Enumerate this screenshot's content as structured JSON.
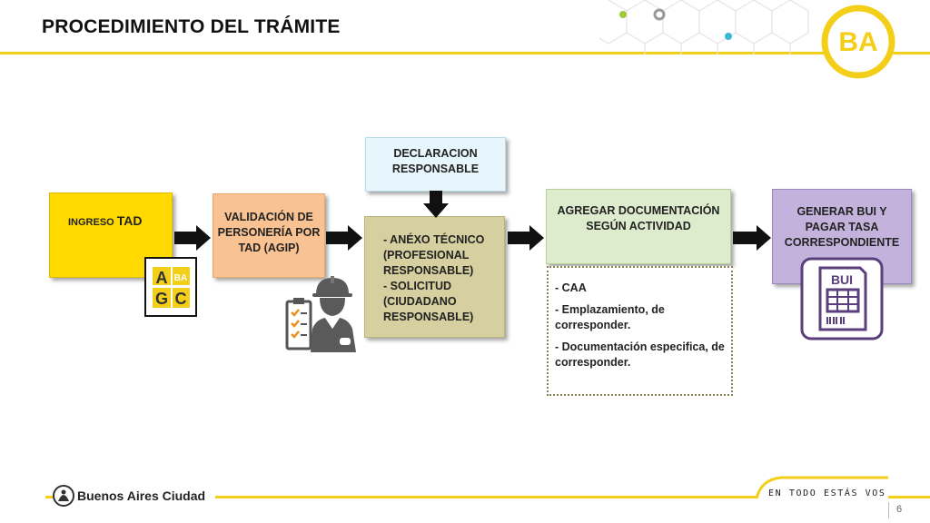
{
  "header": {
    "title": "PROCEDIMIENTO DEL TRÁMITE"
  },
  "logo": {
    "text": "BA",
    "color": "#f4cf1a"
  },
  "steps": {
    "ingreso": {
      "prefix": "INGRESO",
      "strong": "TAD"
    },
    "validacion": {
      "line1": "VALIDACIÓN DE",
      "line2": "PERSONERÍA POR",
      "line3": "TAD (AGIP)"
    },
    "declaracion": {
      "line1": "DECLARACION",
      "line2": "RESPONSABLE"
    },
    "anexo": {
      "lines": [
        "- ANÉXO TÉCNICO",
        "(PROFESIONAL",
        "RESPONSABLE)",
        "- SOLICITUD",
        "(CIUDADANO",
        "RESPONSABLE)"
      ]
    },
    "agregar": {
      "line1": "AGREGAR DOCUMENTACIÓN",
      "line2": "SEGÚN ACTIVIDAD"
    },
    "documentos": {
      "items": [
        "- CAA",
        "- Emplazamiento, de corresponder.",
        "- Documentación especifica, de corresponder."
      ]
    },
    "bui": {
      "line1": "GENERAR BUI Y",
      "line2": "PAGAR TASA",
      "line3": "CORRESPONDIENTE"
    }
  },
  "icons": {
    "agc": {
      "name": "agc-logo-icon",
      "letters": [
        "A",
        "BA",
        "G",
        "C"
      ]
    },
    "worker": {
      "name": "engineer-checklist-icon"
    },
    "bui": {
      "name": "bui-document-icon",
      "label": "BUI"
    }
  },
  "footer": {
    "brand": "Buenos Aires Ciudad",
    "slogan": "EN TODO ESTÁS VOS",
    "page": "6"
  },
  "colors": {
    "accent": "#f4cf1a",
    "tad": "#ffd900",
    "validacion": "#f9c292",
    "declaracion": "#e6f6fc",
    "anexo": "#d6cf9f",
    "agregar": "#ddeccd",
    "bui": "#c3b3dc"
  }
}
